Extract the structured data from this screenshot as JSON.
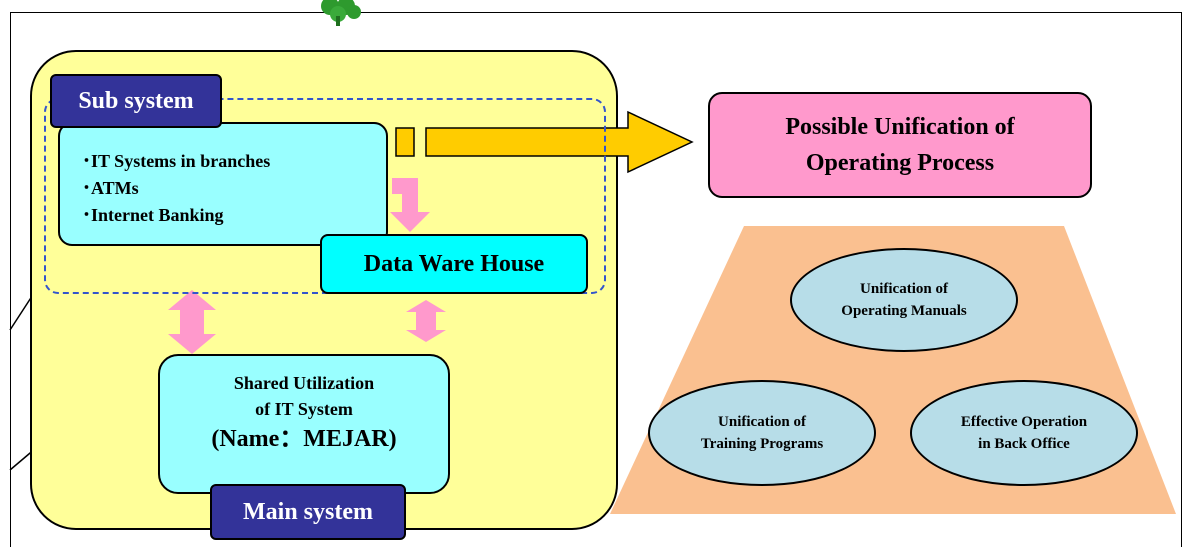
{
  "colors": {
    "yellow_panel": "#ffff99",
    "cyan_box": "#99ffff",
    "bright_cyan_box": "#00ffff",
    "navy_label": "#333399",
    "pink_box": "#ff99cc",
    "orange_trapezoid": "#fac090",
    "oval_fill": "#b7dde8",
    "arrow_pink": "#ff99cc",
    "arrow_gold": "#ffcc00",
    "dashed_border": "#3355cc"
  },
  "icons": {
    "top_logo": "green-clover-icon"
  },
  "left_panel": {
    "sub_system_label": "Sub system",
    "it_list": {
      "items": [
        "･IT Systems in branches",
        "･ATMs",
        "･Internet Banking"
      ]
    },
    "data_warehouse_label": "Data Ware House",
    "shared_box": {
      "line1": "Shared Utilization",
      "line2": "of IT System",
      "line3": "(Name：MEJAR)"
    },
    "main_system_label": "Main system"
  },
  "right_panel": {
    "unification_box": {
      "line1": "Possible Unification of",
      "line2": "Operating Process"
    },
    "ovals": [
      {
        "line1": "Unification of",
        "line2": "Operating Manuals"
      },
      {
        "line1": "Unification of",
        "line2": "Training Programs"
      },
      {
        "line1": "Effective Operation",
        "line2": "in Back Office"
      }
    ]
  }
}
